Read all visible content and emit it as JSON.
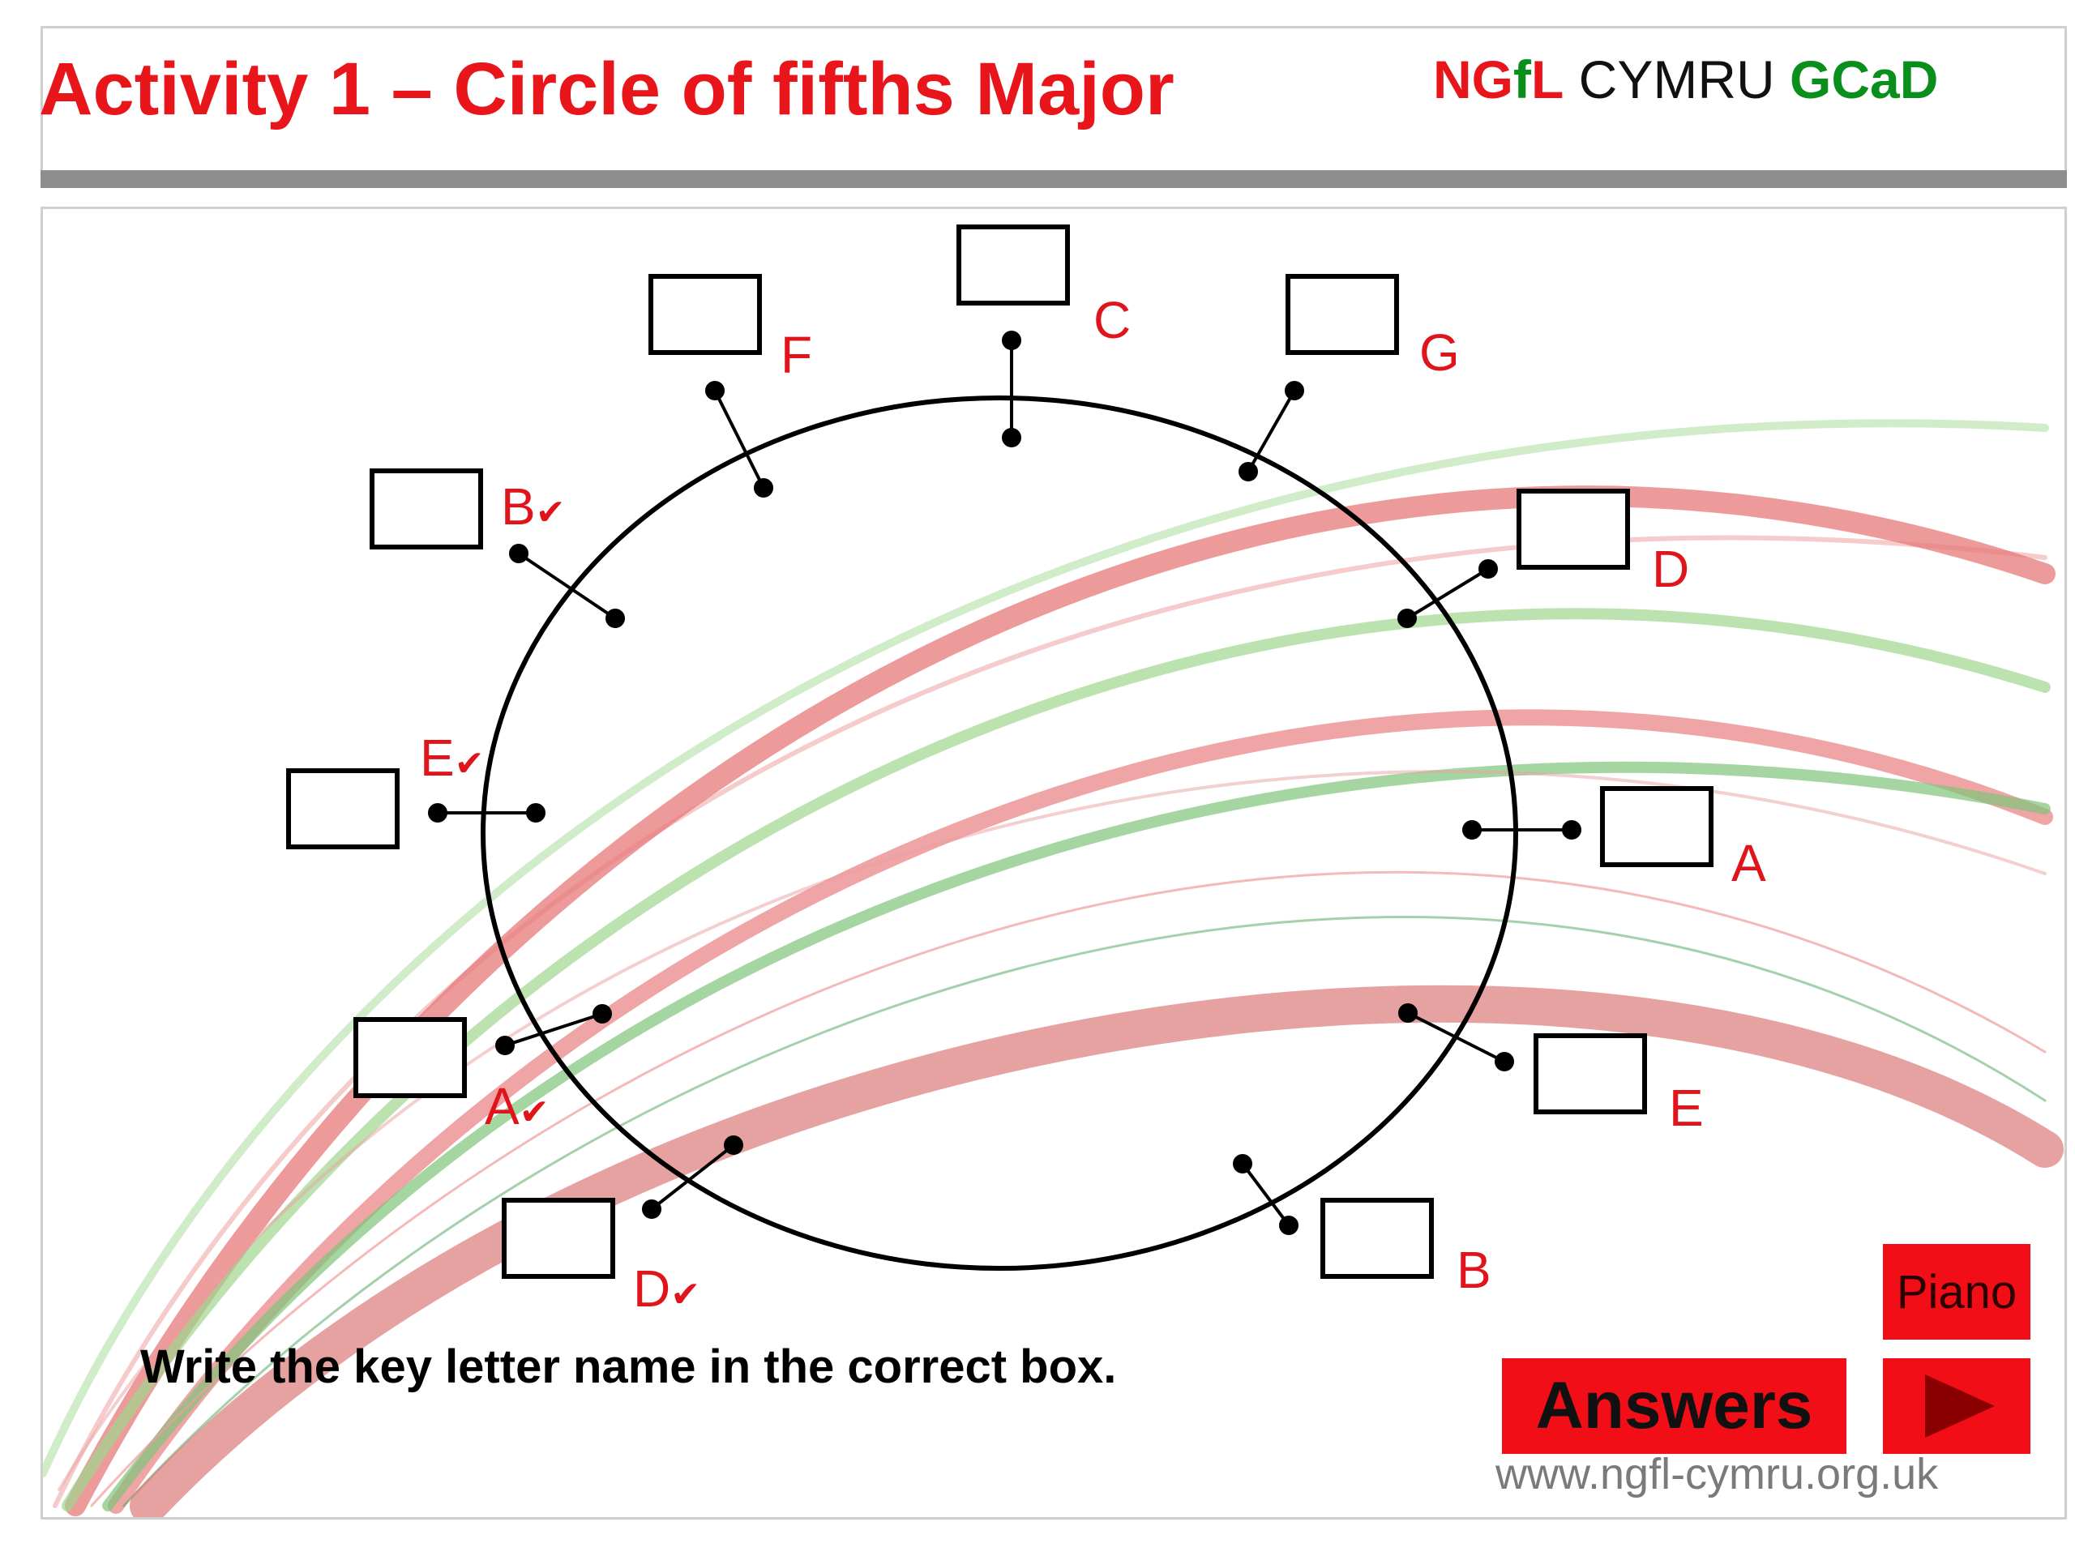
{
  "header": {
    "title": "Activity 1 – Circle of fifths Major",
    "logo_ngfl_n": "NG",
    "logo_ngfl_f": "f",
    "logo_ngfl_l": "L",
    "logo_cymru": "CYMRU",
    "logo_gcad": "GCaD"
  },
  "circle": {
    "keys": [
      {
        "id": "c",
        "label": "C",
        "check": ""
      },
      {
        "id": "g",
        "label": "G",
        "check": ""
      },
      {
        "id": "d-top",
        "label": "D",
        "check": ""
      },
      {
        "id": "a-right",
        "label": "A",
        "check": ""
      },
      {
        "id": "e-right",
        "label": "E",
        "check": ""
      },
      {
        "id": "b-bottom",
        "label": "B",
        "check": ""
      },
      {
        "id": "d-bottom",
        "label": "D",
        "check": "✔"
      },
      {
        "id": "a-left",
        "label": "A",
        "check": "✔"
      },
      {
        "id": "e-left",
        "label": "E",
        "check": "✔"
      },
      {
        "id": "b-left",
        "label": "B",
        "check": "✔"
      },
      {
        "id": "f",
        "label": "F",
        "check": ""
      }
    ]
  },
  "instruction": "Write the key letter name in the correct box.",
  "buttons": {
    "answers": "Answers",
    "piano": "Piano",
    "play_icon": "play-triangle-icon"
  },
  "footer": {
    "url": "www.ngfl-cymru.org.uk"
  },
  "colors": {
    "accent_red": "#e8151b",
    "logo_green": "#0a8f1c",
    "button_red": "#f20e16",
    "ribbon_green": "#8fcf7f",
    "ribbon_pink": "#e98383"
  }
}
